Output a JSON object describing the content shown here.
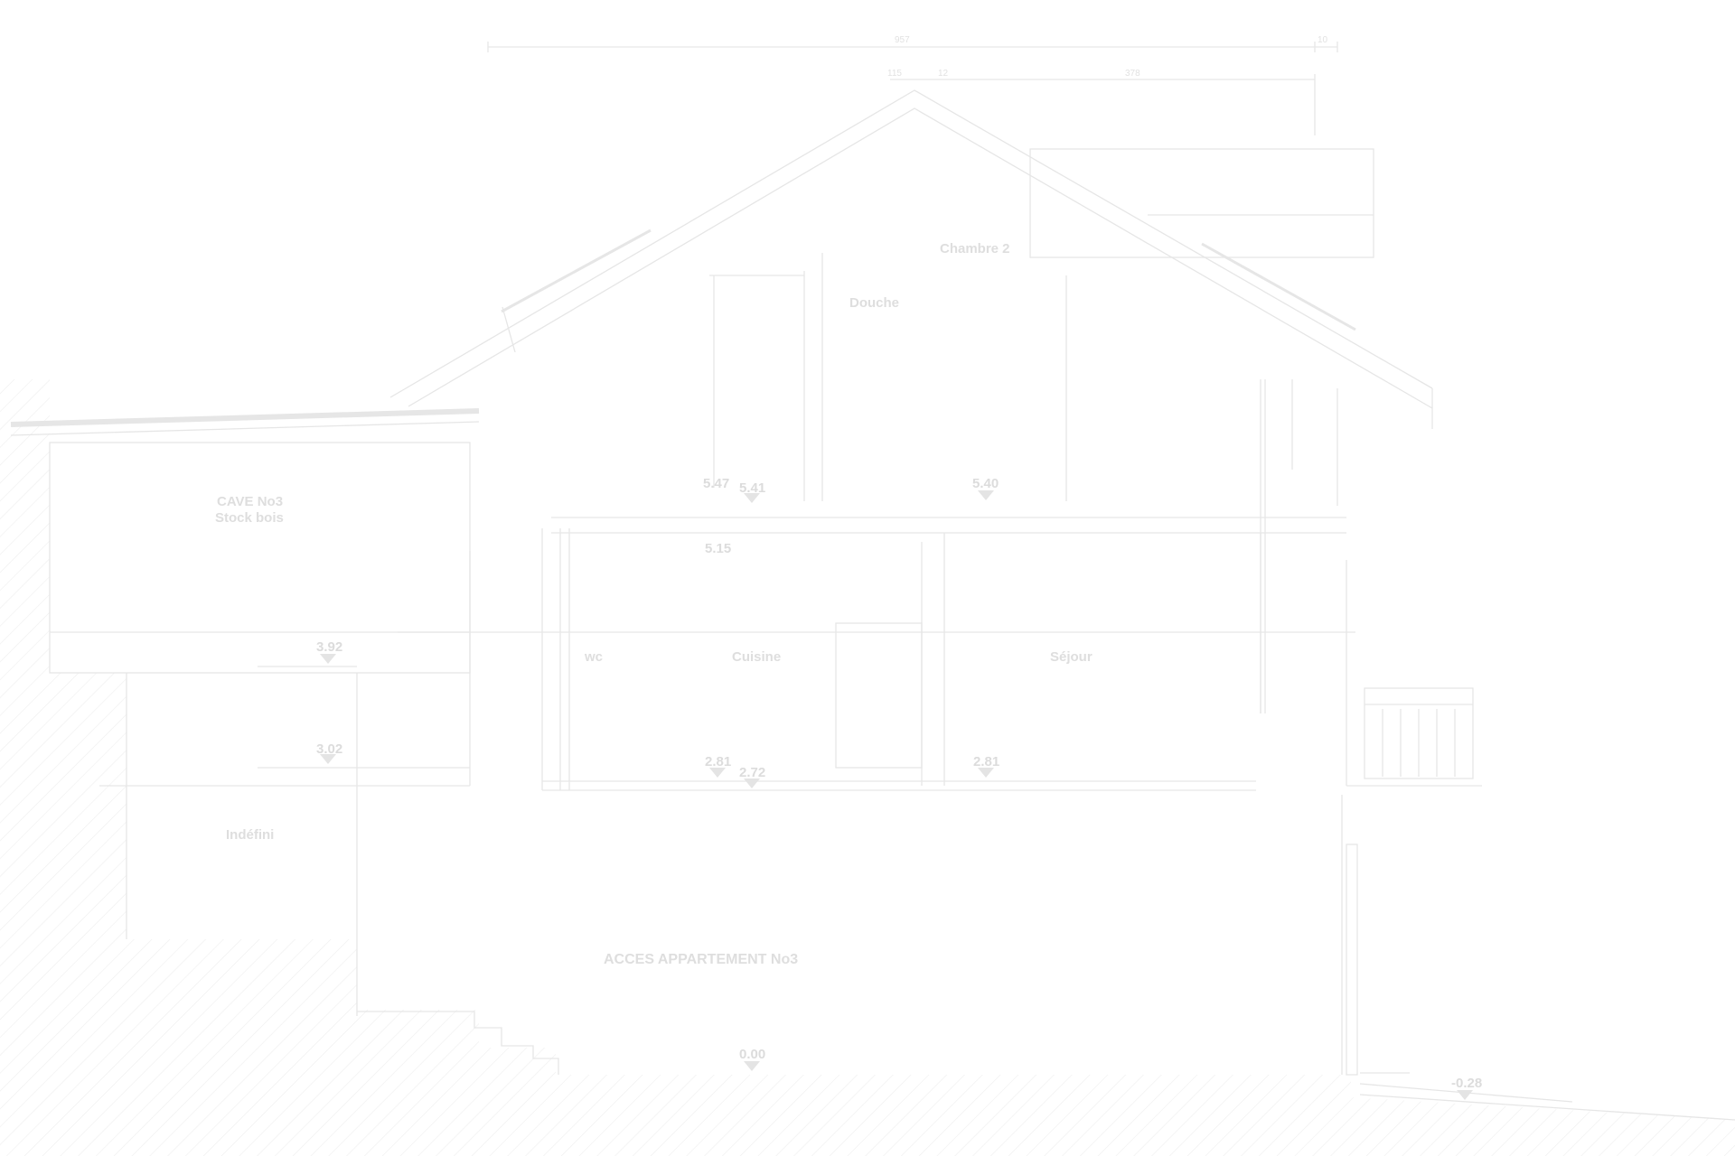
{
  "rooms": {
    "cave_line1": "CAVE No3",
    "cave_line2": "Stock bois",
    "chambre": "Chambre 2",
    "douche": "Douche",
    "wc": "wc",
    "cuisine": "Cuisine",
    "sejour": "Séjour",
    "indefini": "Indéfini",
    "acces": "ACCES APPARTEMENT No3"
  },
  "levels": {
    "l547": "5.47",
    "l541": "5.41",
    "l540": "5.40",
    "l515": "5.15",
    "l392": "3.92",
    "l302": "3.02",
    "l281a": "2.81",
    "l272": "2.72",
    "l281b": "2.81",
    "l000": "0.00",
    "l028": "-0.28"
  },
  "dimensions": {
    "overall": "957",
    "overall_end": "10",
    "ridge_left": "115",
    "ridge_mid": "12",
    "ridge_right": "378"
  },
  "colors": {
    "line": "#e6e6e6",
    "hatch": "#efefef",
    "text": "#dedede"
  }
}
